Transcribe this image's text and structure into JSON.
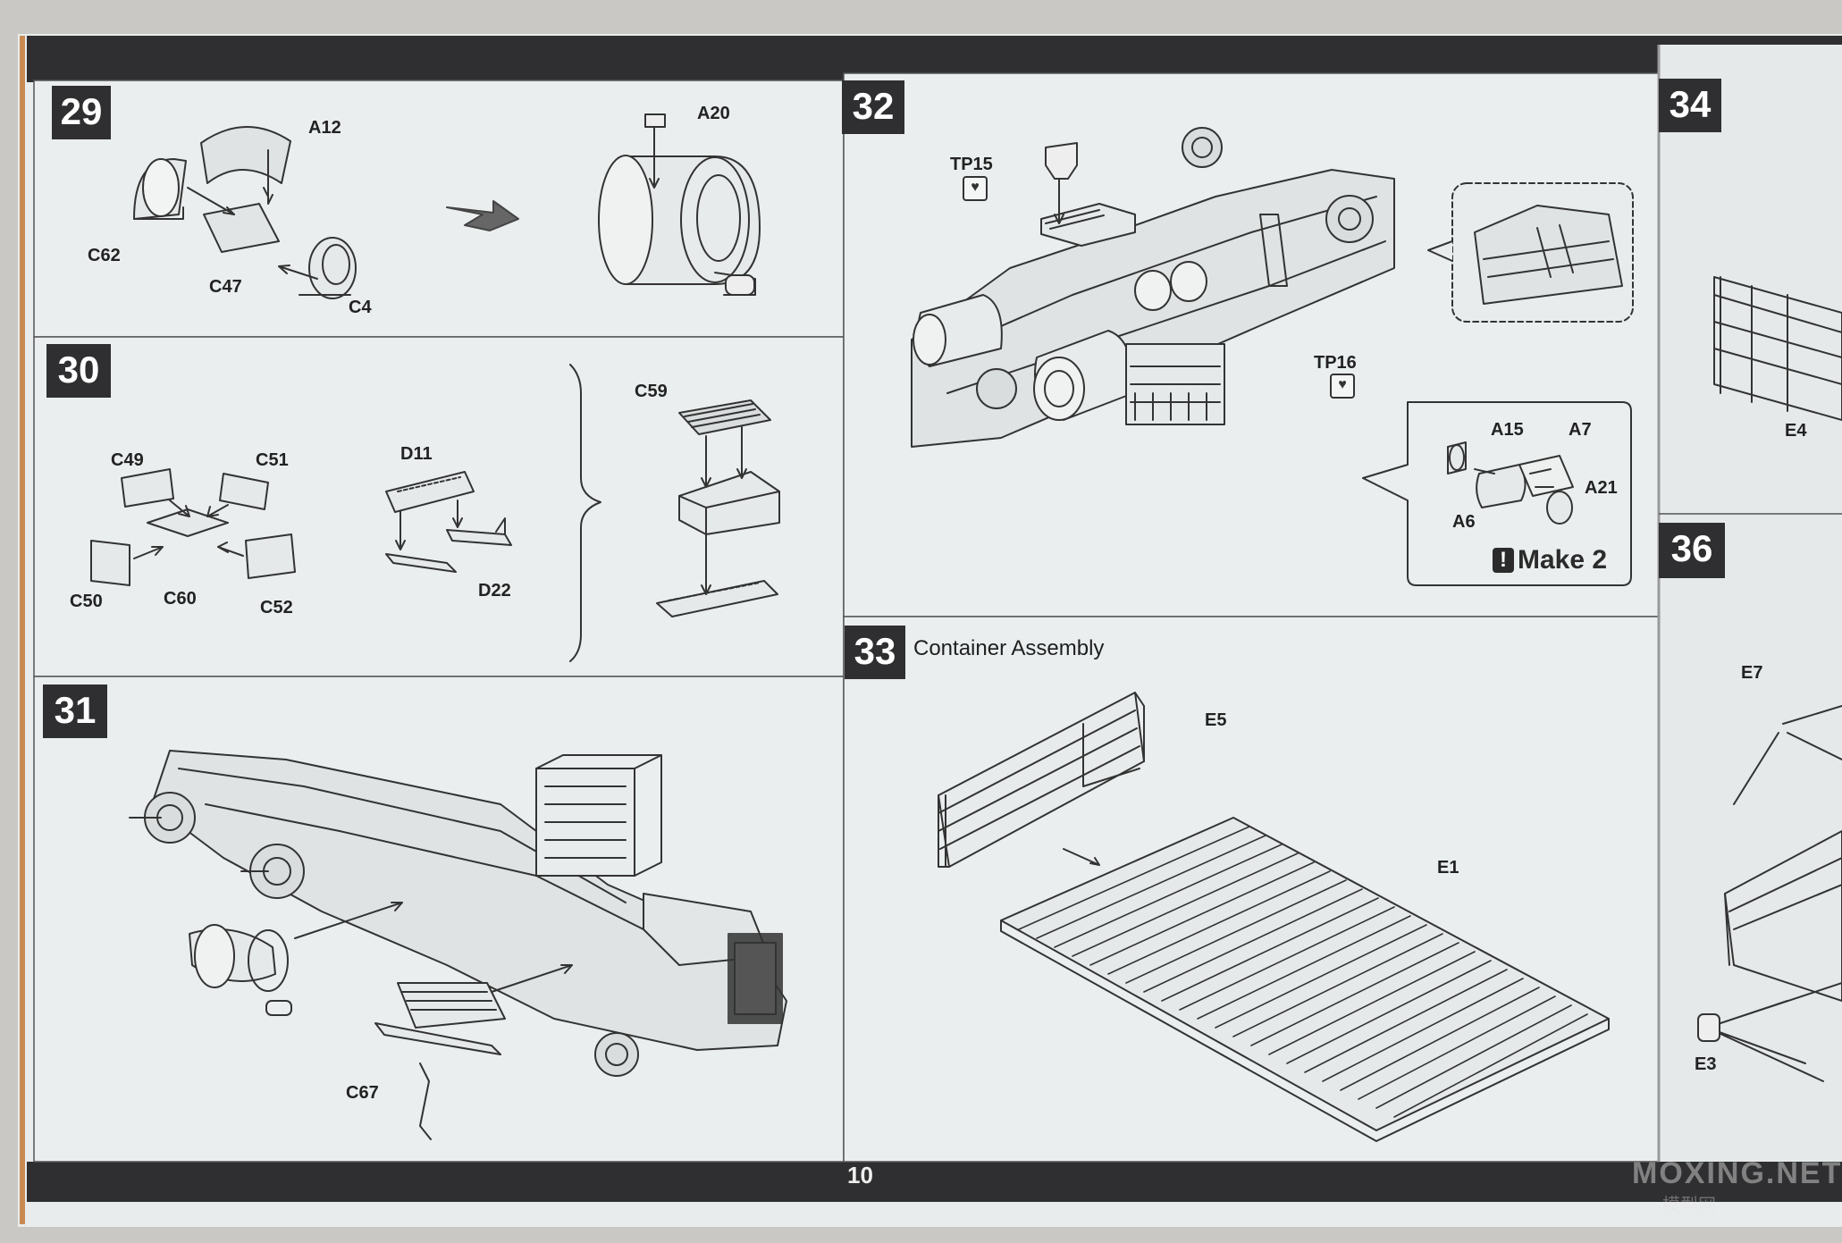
{
  "page_number": "10",
  "colors": {
    "band": "#2f2f31",
    "paper": "#eaeeee",
    "line": "#3a3a3a"
  },
  "watermark": {
    "text": "MOXING.NET",
    "sub": "模型网"
  },
  "steps": {
    "s29": {
      "number": "29",
      "parts": [
        "A12",
        "C62",
        "C47",
        "C4",
        "A20"
      ]
    },
    "s30": {
      "number": "30",
      "parts": [
        "C49",
        "C51",
        "C50",
        "C60",
        "C52",
        "D11",
        "D22",
        "C59"
      ]
    },
    "s31": {
      "number": "31",
      "parts": [
        "C67"
      ]
    },
    "s32": {
      "number": "32",
      "parts": [
        "TP15",
        "TP16",
        "A15",
        "A7",
        "A21",
        "A6"
      ],
      "note": "Make 2",
      "note_icon": "exclamation-icon",
      "tp_icon": "broken-heart-icon"
    },
    "s33": {
      "number": "33",
      "title": "Container Assembly",
      "parts": [
        "E5",
        "E1"
      ]
    },
    "s34": {
      "number": "34",
      "parts": [
        "E4"
      ]
    },
    "s36": {
      "number": "36",
      "parts": [
        "E7",
        "E3"
      ]
    }
  }
}
